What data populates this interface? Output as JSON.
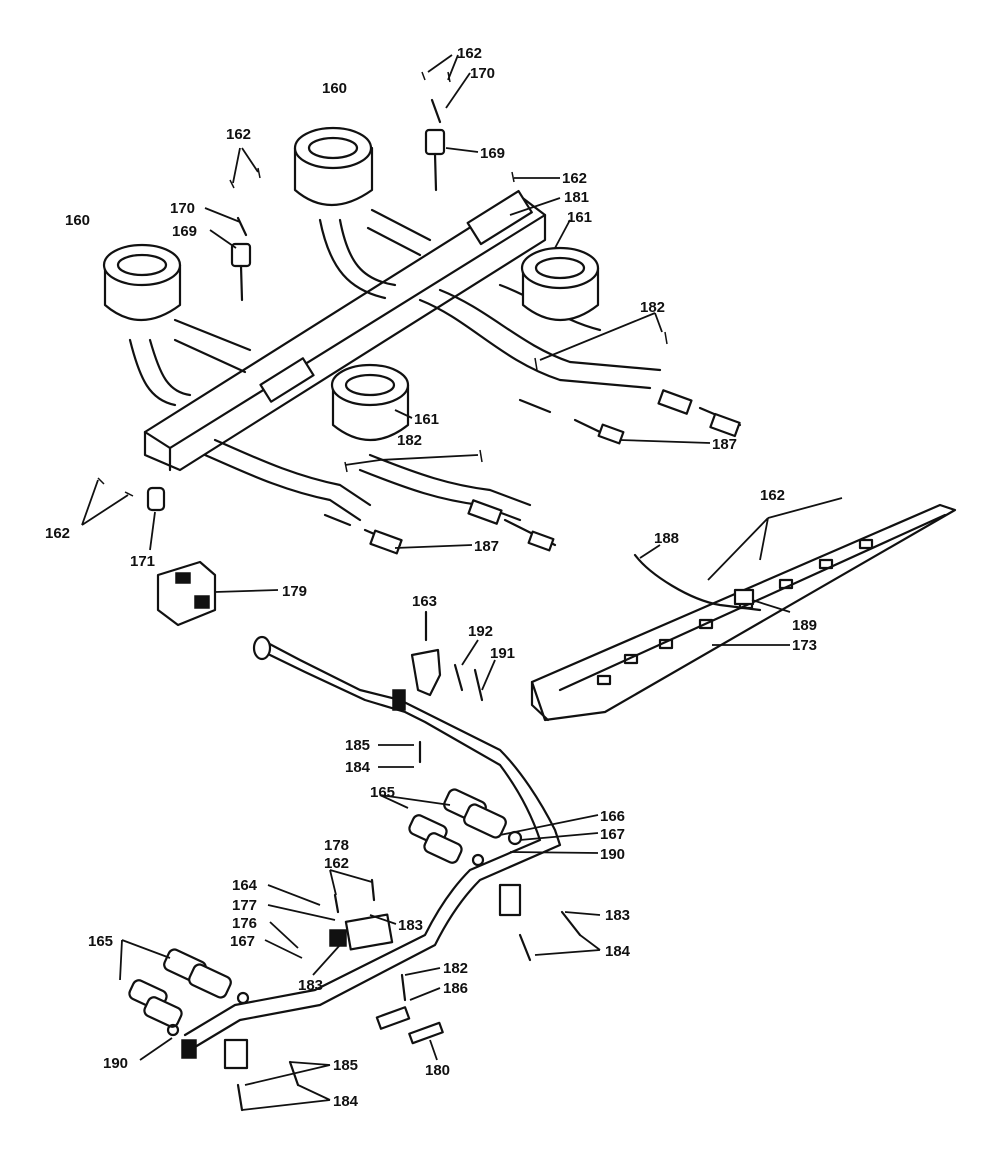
{
  "colors": {
    "ink": "#111111",
    "paper": "#ffffff"
  },
  "callouts": [
    {
      "id": "c162a",
      "text": "162"
    },
    {
      "id": "c170a",
      "text": "170"
    },
    {
      "id": "c160a",
      "text": "160"
    },
    {
      "id": "c169a",
      "text": "169"
    },
    {
      "id": "c162b",
      "text": "162"
    },
    {
      "id": "c170b",
      "text": "170"
    },
    {
      "id": "c160b",
      "text": "160"
    },
    {
      "id": "c169b",
      "text": "169"
    },
    {
      "id": "c162c",
      "text": "162"
    },
    {
      "id": "c181",
      "text": "181"
    },
    {
      "id": "c161a",
      "text": "161"
    },
    {
      "id": "c182a",
      "text": "182"
    },
    {
      "id": "c161b",
      "text": "161"
    },
    {
      "id": "c182b",
      "text": "182"
    },
    {
      "id": "c187a",
      "text": "187"
    },
    {
      "id": "c187b",
      "text": "187"
    },
    {
      "id": "c162d",
      "text": "162"
    },
    {
      "id": "c171",
      "text": "171"
    },
    {
      "id": "c179",
      "text": "179"
    },
    {
      "id": "c162e",
      "text": "162"
    },
    {
      "id": "c188",
      "text": "188"
    },
    {
      "id": "c189",
      "text": "189"
    },
    {
      "id": "c173",
      "text": "173"
    },
    {
      "id": "c163",
      "text": "163"
    },
    {
      "id": "c192",
      "text": "192"
    },
    {
      "id": "c191",
      "text": "191"
    },
    {
      "id": "c185a",
      "text": "185"
    },
    {
      "id": "c184a",
      "text": "184"
    },
    {
      "id": "c165a",
      "text": "165"
    },
    {
      "id": "c166",
      "text": "166"
    },
    {
      "id": "c167a",
      "text": "167"
    },
    {
      "id": "c190a",
      "text": "190"
    },
    {
      "id": "c178",
      "text": "178"
    },
    {
      "id": "c162f",
      "text": "162"
    },
    {
      "id": "c164",
      "text": "164"
    },
    {
      "id": "c177",
      "text": "177"
    },
    {
      "id": "c176",
      "text": "176"
    },
    {
      "id": "c167b",
      "text": "167"
    },
    {
      "id": "c183a",
      "text": "183"
    },
    {
      "id": "c183b",
      "text": "183"
    },
    {
      "id": "c165b",
      "text": "165"
    },
    {
      "id": "c183c",
      "text": "183"
    },
    {
      "id": "c184b",
      "text": "184"
    },
    {
      "id": "c182c",
      "text": "182"
    },
    {
      "id": "c186",
      "text": "186"
    },
    {
      "id": "c190b",
      "text": "190"
    },
    {
      "id": "c180",
      "text": "180"
    },
    {
      "id": "c185b",
      "text": "185"
    },
    {
      "id": "c184c",
      "text": "184"
    }
  ]
}
